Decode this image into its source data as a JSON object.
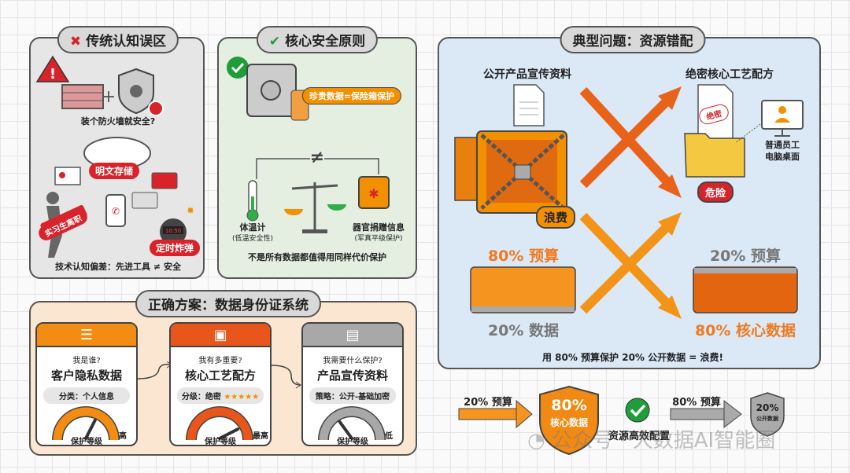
{
  "myths": {
    "title": "传统认知误区",
    "firewall_caption": "装个防火墙就安全?",
    "plaintext_label": "明文存储",
    "intern_label": "实习生离职",
    "timebomb_label": "定时炸弹",
    "bomb_display": "10:50",
    "footer": "技术认知偏差：先进工具 ≠ 安全"
  },
  "principles": {
    "title": "核心安全原则",
    "safe_label": "珍贵数据=保险箱保护",
    "not_equal": "≠",
    "thermometer_label": "体温计",
    "thermometer_sub": "(低温安全性)",
    "organ_label": "器官捐赠信息",
    "organ_sub": "(军真平级保护)",
    "footer": "不是所有数据都值得用同样代价保护"
  },
  "solution": {
    "title": "正确方案：数据身份证系统",
    "cards": [
      {
        "question": "我是谁?",
        "name": "客户隐私数据",
        "chip": "分类：个人信息",
        "level": "高",
        "gauge_label": "保护等级",
        "color": "#f28c13",
        "gauge_level": 0.65
      },
      {
        "question": "我有多重要?",
        "name": "核心工艺配方",
        "chip": "分级：绝密",
        "stars": "★★★★★",
        "level": "最高",
        "gauge_label": "保护等级",
        "color": "#e8561b",
        "gauge_level": 0.85
      },
      {
        "question": "我需要什么保护?",
        "name": "产品宣传资料",
        "chip": "策略：公开-基础加密",
        "level": "低",
        "gauge_label": "保护等级",
        "color": "#a8a8a8",
        "gauge_level": 0.3
      }
    ]
  },
  "mismatch": {
    "title": "典型问题：资源错配",
    "left_title": "公开产品宣传资料",
    "right_title": "绝密核心工艺配方",
    "waste_label": "浪费",
    "danger_label": "危险",
    "stamp_label": "绝密",
    "desktop_label_1": "普通员工",
    "desktop_label_2": "电脑桌面",
    "left_budget": "80% 预算",
    "left_data": "20% 数据",
    "right_budget": "20% 预算",
    "right_data": "80% 核心数据",
    "footer": "用 80% 预算保护 20% 公开数据 = 浪费!"
  },
  "allocation": {
    "budget_a": "20% 预算",
    "shield_a_pct": "80%",
    "shield_a_label": "核心数据",
    "ok_label": "资源高效配置",
    "budget_b": "80% 预算",
    "shield_b_pct": "20%",
    "shield_b_label": "公开数据"
  },
  "watermark": "公众号 · 大数据AI智能圈",
  "colors": {
    "orange": "#f5951f",
    "dark_orange": "#e3650f",
    "red": "#d8232a",
    "green": "#1f9d3a",
    "gray": "#a8a8a8",
    "blue_panel": "#dbe9f7"
  }
}
